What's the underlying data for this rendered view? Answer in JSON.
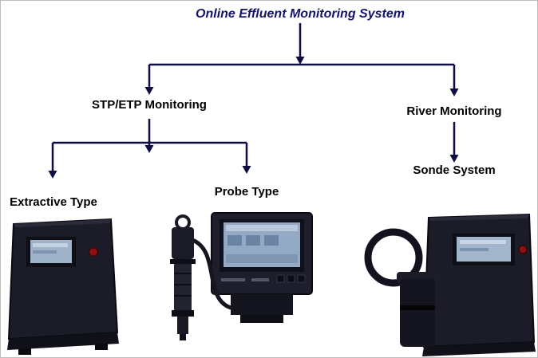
{
  "diagram": {
    "title": "Online Effluent Monitoring System",
    "nodes": {
      "stp_etp": "STP/ETP Monitoring",
      "river": "River Monitoring",
      "extractive": "Extractive Type",
      "probe": "Probe Type",
      "sonde": "Sonde System"
    },
    "images": {
      "extractive": "wall-mounted-analyzer-cabinet",
      "probe": "dip-probe-with-controller-unit",
      "sonde": "sonde-with-coiled-cable-and-cabinet"
    },
    "colors": {
      "title_text": "#14146b",
      "label_text": "#000000",
      "connector": "#0d0d42",
      "cabinet_body": "#1c1c29",
      "screen": "#9fb2c8",
      "indicator_red": "#8c1212",
      "background": "#ffffff"
    }
  }
}
